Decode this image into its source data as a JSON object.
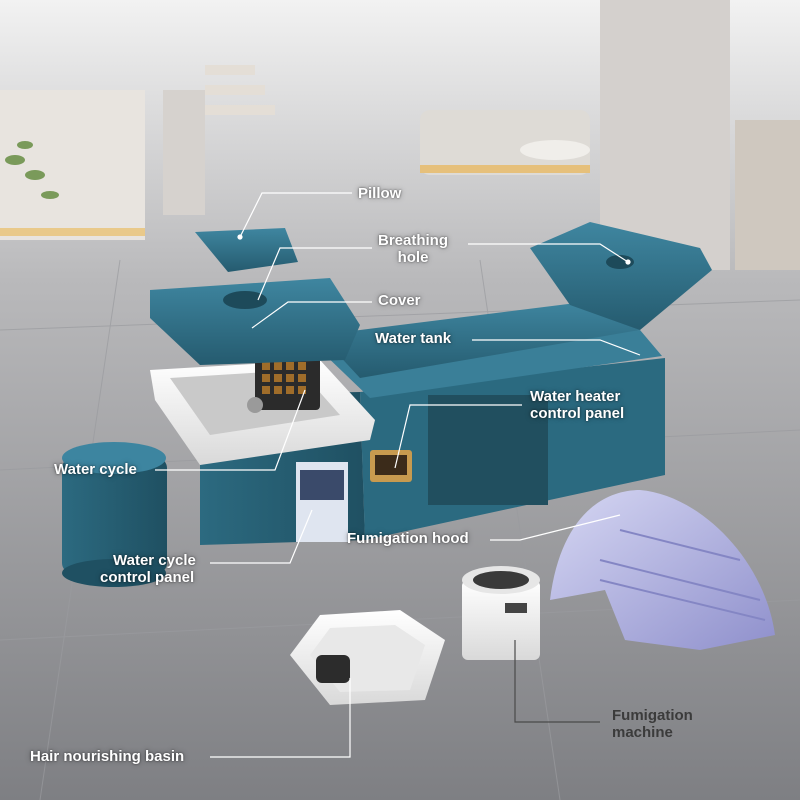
{
  "labels": {
    "pillow": "Pillow",
    "breathing_hole_1": "Breathing",
    "breathing_hole_2": "hole",
    "cover": "Cover",
    "water_tank": "Water tank",
    "water_heater_1": "Water heater",
    "water_heater_2": "control panel",
    "water_cycle": "Water cycle",
    "water_cycle_panel_1": "Water cycle",
    "water_cycle_panel_2": "control panel",
    "fumigation_hood": "Fumigation hood",
    "fumigation_machine_1": "Fumigation",
    "fumigation_machine_2": "machine",
    "hair_basin": "Hair nourishing basin"
  },
  "colors": {
    "bed_teal": "#2f6e84",
    "basin_white": "#f1f1f1",
    "hood_lavender": "#a9aadd",
    "floor_gray": "#8e8f93"
  }
}
